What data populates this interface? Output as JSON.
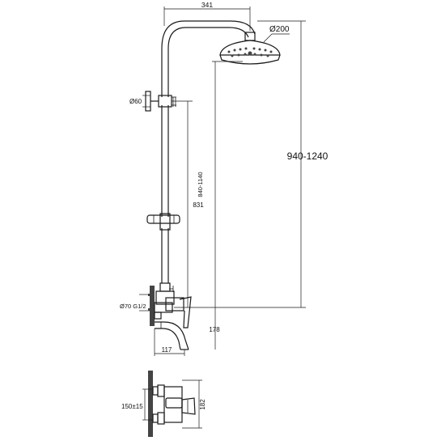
{
  "dimensions": {
    "arm_length": "341",
    "head_diameter": "Ø200",
    "total_height": "940-1240",
    "rail_span": "840-1140",
    "bracket_diameter": "Ø60",
    "slider_distance": "831",
    "escutcheon": "Ø70 G1/2",
    "spout_height": "178",
    "spout_length": "117",
    "center_distance": "150±15",
    "mixer_height": "182"
  }
}
